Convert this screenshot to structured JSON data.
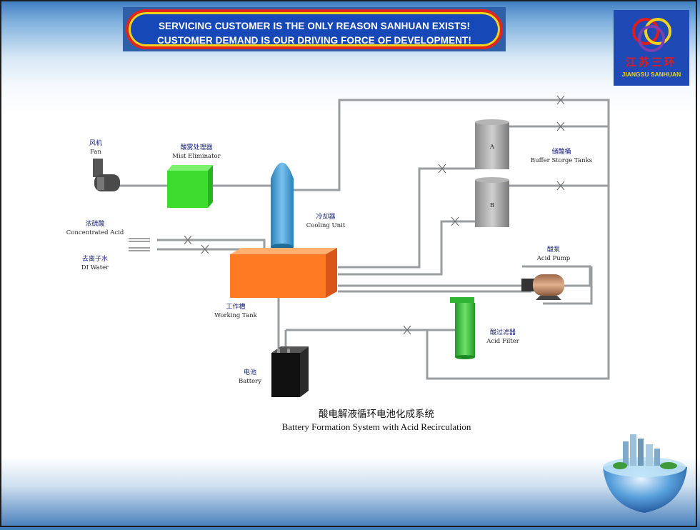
{
  "slogan": {
    "line1": "SERVICING CUSTOMER IS THE ONLY REASON  SANHUAN EXISTS!",
    "line2": "CUSTOMER DEMAND IS OUR DRIVING FORCE OF DEVELOPMENT!"
  },
  "logo": {
    "cn": "江苏三环",
    "en": "JIANGSU SANHUAN"
  },
  "diagram": {
    "fan": {
      "cn": "风机",
      "en": "Fan"
    },
    "mist_eliminator": {
      "cn": "酸雾处理器",
      "en": "Mist Eliminator"
    },
    "concentrated_acid": {
      "cn": "浓硫酸",
      "en": "Concentrated Acid"
    },
    "di_water": {
      "cn": "去离子水",
      "en": "DI Water"
    },
    "cooling_unit": {
      "cn": "冷却器",
      "en": "Cooling Unit"
    },
    "working_tank": {
      "cn": "工作槽",
      "en": "Working Tank"
    },
    "battery": {
      "cn": "电池",
      "en": "Battery"
    },
    "buffer_tanks": {
      "cn": "储酸桶",
      "en": "Buffer Storge Tanks"
    },
    "tank_a": "A",
    "tank_b": "B",
    "acid_pump": {
      "cn": "酸泵",
      "en": "Acid Pump"
    },
    "acid_filter": {
      "cn": "酸过滤器",
      "en": "Acid Filter"
    },
    "title_cn": "酸电解液循环电池化成系统",
    "title_en": "Battery Formation System with Acid Recirculation"
  },
  "colors": {
    "pipe": "#9a9da0",
    "mist_eliminator": "#3ddc2e",
    "cooling_unit": "#3a9bd6",
    "working_tank": "#ff7a22",
    "filter": "#35c83a",
    "battery": "#111111",
    "logo_bg": "#1f49b5",
    "slogan_bg": "#1648b8"
  }
}
